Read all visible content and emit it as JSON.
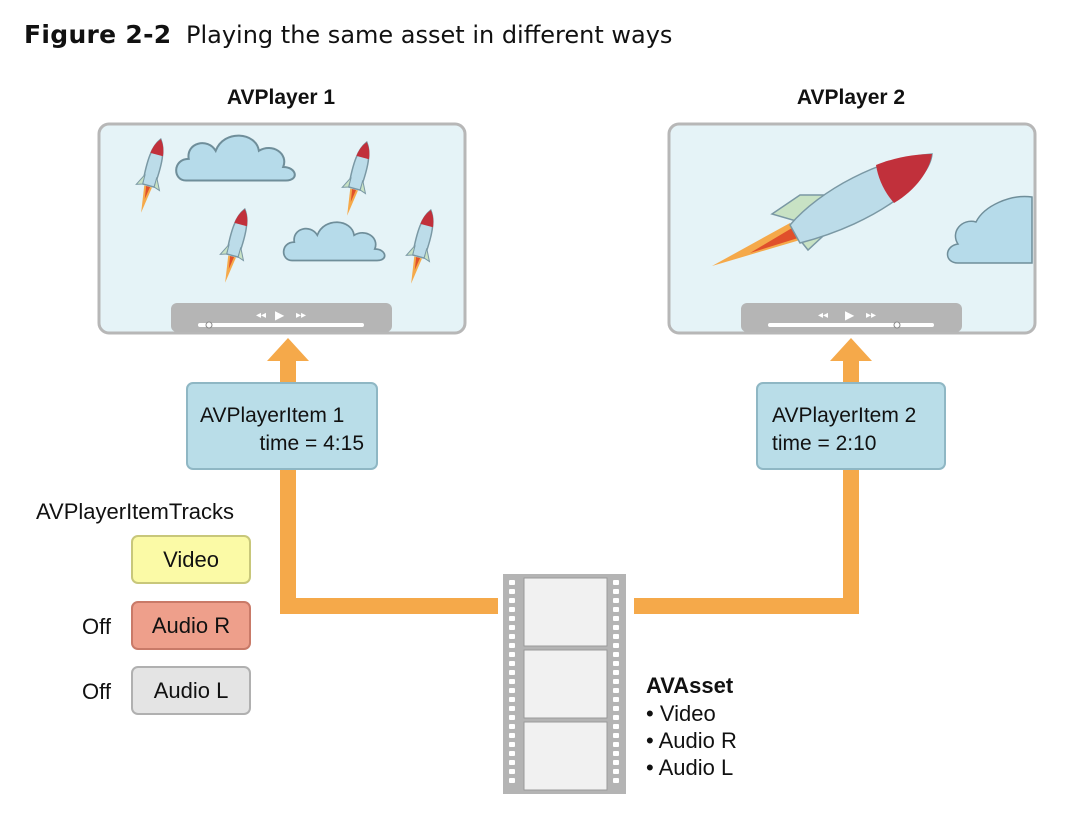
{
  "figure": {
    "label": "Figure 2-2",
    "caption": "Playing the same asset in different ways"
  },
  "players": [
    {
      "title": "AVPlayer 1"
    },
    {
      "title": "AVPlayer 2"
    }
  ],
  "player_items": [
    {
      "name": "AVPlayerItem 1",
      "time": "time = 4:15"
    },
    {
      "name": "AVPlayerItem 2",
      "time": "time = 2:10"
    }
  ],
  "tracks": {
    "heading": "AVPlayerItemTracks",
    "items": [
      {
        "label": "Video",
        "state": "",
        "color": "#fbfaa6"
      },
      {
        "label": "Audio R",
        "state": "Off",
        "color": "#ee9f8b"
      },
      {
        "label": "Audio L",
        "state": "Off",
        "color": "#e4e4e4"
      }
    ]
  },
  "asset": {
    "title": "AVAsset",
    "tracks": [
      "• Video",
      "• Audio R",
      "• Audio L"
    ]
  },
  "colors": {
    "arrow": "#f5a94a",
    "screen": "#e5f3f7",
    "screen_border": "#b7b7b7",
    "cloud": "#b6dbea",
    "rocket_body": "#bcdce9",
    "rocket_nose": "#c1303b"
  }
}
